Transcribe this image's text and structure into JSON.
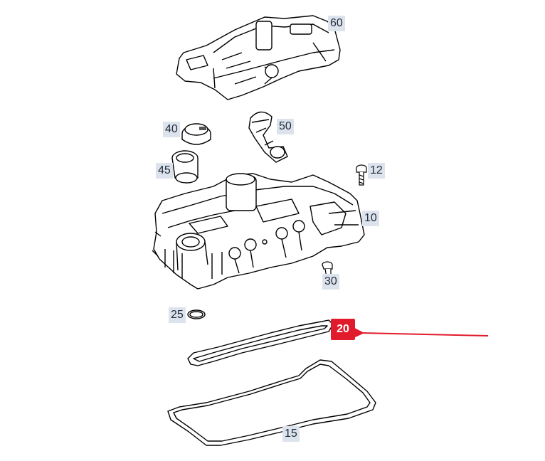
{
  "callouts": {
    "c60": "60",
    "c40": "40",
    "c50": "50",
    "c45": "45",
    "c12": "12",
    "c10": "10",
    "c30": "30",
    "c25": "25",
    "c20": "20",
    "c15": "15"
  },
  "colors": {
    "highlight": "#e21b2c",
    "callout_bg": "#dde3ec",
    "line": "#000000"
  },
  "icons": [
    "arrow-pointer-icon"
  ]
}
